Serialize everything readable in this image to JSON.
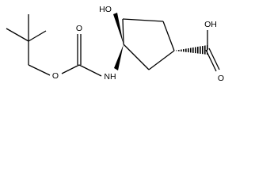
{
  "molecule": {
    "atoms": {
      "hydroxyl": "HO",
      "acid_hydroxyl": "OH",
      "acid_carbonyl_oxygen": "O",
      "carbamate_carbonyl_oxygen": "O",
      "ester_oxygen": "O",
      "amide_nitrogen": "NH"
    }
  },
  "colors": {
    "line": "#000000",
    "background": "#ffffff"
  }
}
